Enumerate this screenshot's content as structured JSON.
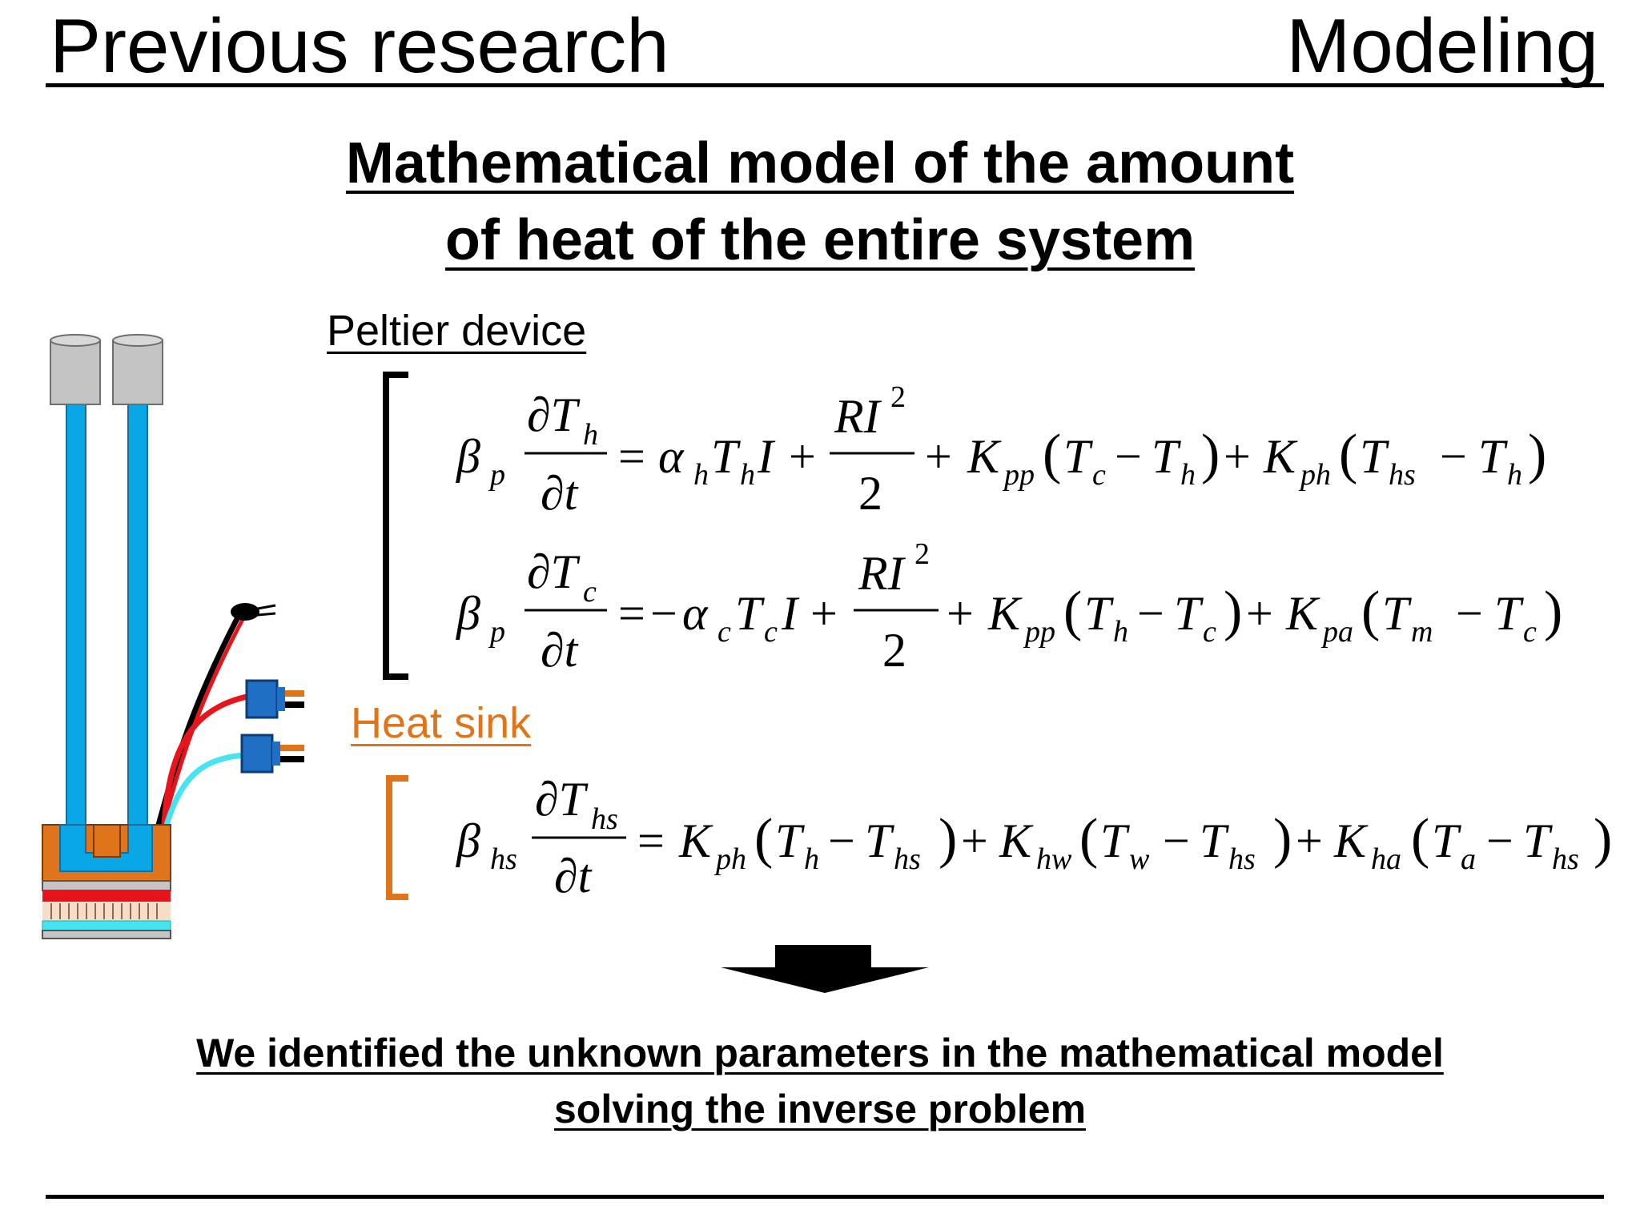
{
  "header": {
    "left": "Previous research",
    "right": "Modeling"
  },
  "title": {
    "line1": "Mathematical model of the amount ",
    "line2": "of heat of the entire system"
  },
  "labels": {
    "peltier": "Peltier device",
    "heat_sink": "Heat sink"
  },
  "equations": {
    "eq1": "β_p ∂T_h/∂t = α_h T_h I + RI²/2 + K_pp(T_c − T_h) + K_ph(T_hs − T_h)",
    "eq2": "β_p ∂T_c/∂t = −α_c T_c I + RI²/2 + K_pp(T_h − T_c) + K_pa(T_m − T_c)",
    "eq3": "β_hs ∂T_hs/∂t = K_ph(T_h − T_hs) + K_hw(T_w − T_hs) + K_ha(T_a − T_hs)"
  },
  "conclusion": {
    "line1": "We identified the unknown parameters in the mathematical model",
    "line2": "solving the inverse problem"
  },
  "colors": {
    "accent_orange": "#e0741b",
    "tube_blue": "#0aa7e6",
    "cap_gray": "#c4c4c4",
    "wire_red": "#e8141c",
    "wire_cyan": "#46e4f0",
    "connector_blue": "#1f6fc4"
  },
  "icons": {
    "arrow": "down-arrow-icon"
  }
}
